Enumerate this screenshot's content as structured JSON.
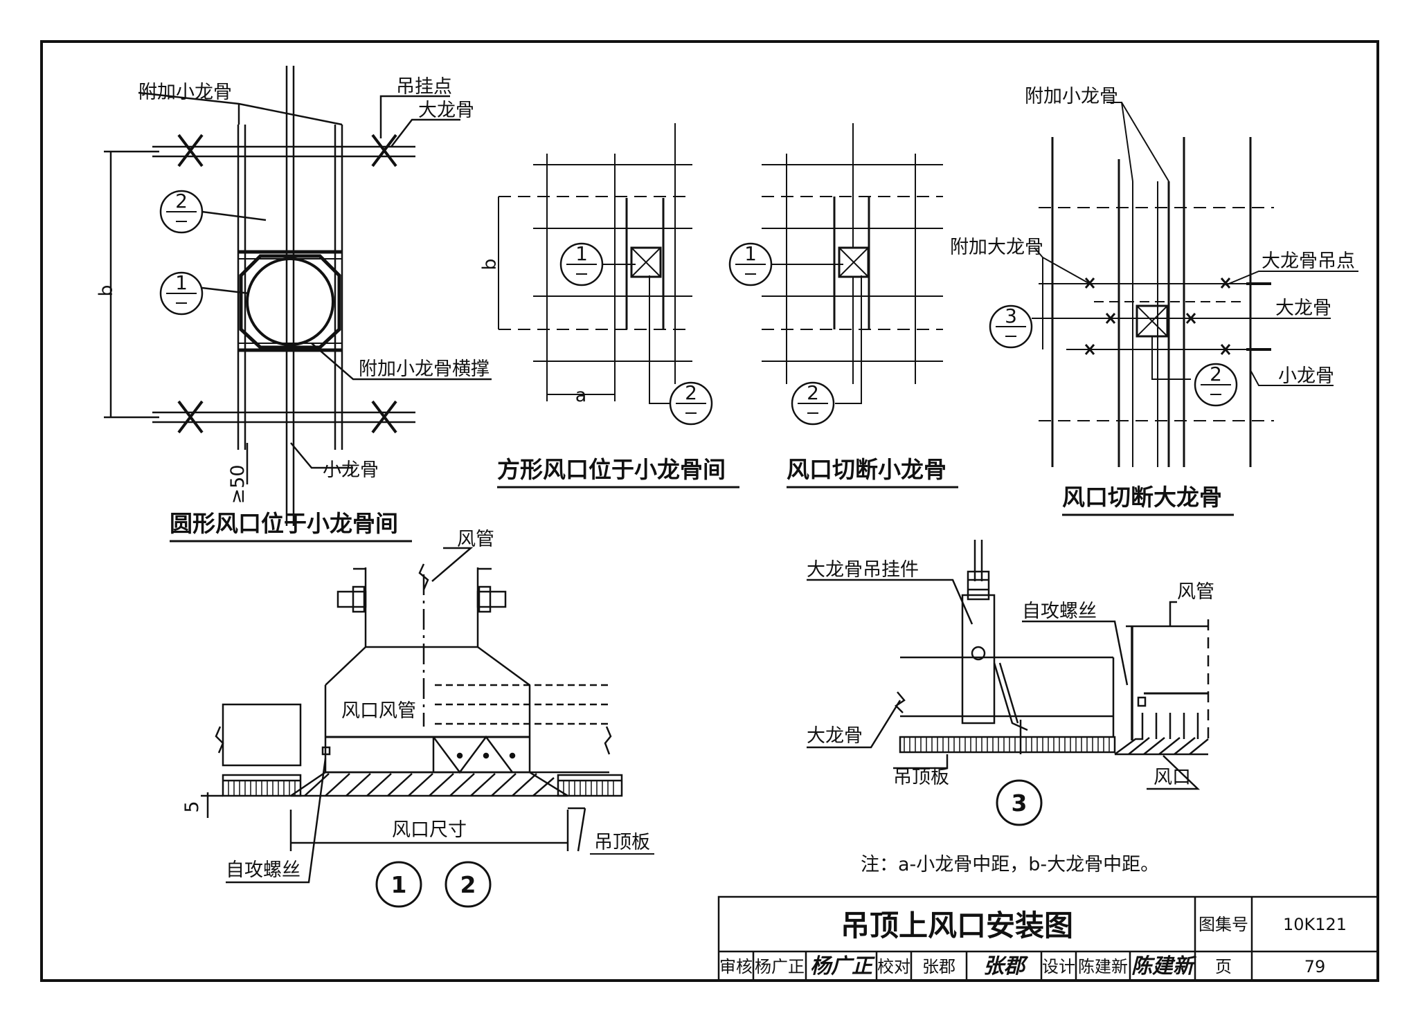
{
  "top": {
    "round": {
      "title": "圆形风口位于小龙骨间",
      "labels": {
        "additional_small_keel": "附加小龙骨",
        "hanging_point": "吊挂点",
        "main_keel": "大龙骨",
        "cross_brace": "附加小龙骨横撑",
        "small_keel": "小龙骨",
        "dim_b": "b",
        "dim_50": "≥50"
      },
      "callouts": [
        "2",
        "1"
      ]
    },
    "square": {
      "title": "方形风口位于小龙骨间",
      "labels": {
        "dim_b": "b",
        "dim_a": "a"
      },
      "callouts": [
        "1",
        "2"
      ]
    },
    "cut_small": {
      "title": "风口切断小龙骨",
      "callouts": [
        "1",
        "2"
      ]
    },
    "cut_main": {
      "title": "风口切断大龙骨",
      "labels": {
        "additional_small_keel": "附加小龙骨",
        "additional_main_keel": "附加大龙骨",
        "main_keel_hanging_point": "大龙骨吊点",
        "main_keel": "大龙骨",
        "small_keel": "小龙骨"
      },
      "callouts": [
        "3",
        "2"
      ]
    }
  },
  "section12": {
    "labels": {
      "duct": "风管",
      "outlet_duct": "风口风管",
      "dim_5": "5",
      "outlet_size": "风口尺寸",
      "ceiling_board": "吊顶板",
      "self_tapping_screw": "自攻螺丝"
    },
    "marks": [
      "1",
      "2"
    ]
  },
  "section3": {
    "labels": {
      "main_keel_hanger": "大龙骨吊挂件",
      "self_tapping_screw": "自攻螺丝",
      "duct": "风管",
      "main_keel": "大龙骨",
      "ceiling_board": "吊顶板",
      "outlet": "风口"
    },
    "mark": "3"
  },
  "note": "注：a-小龙骨中距，b-大龙骨中距。",
  "title_block": {
    "drawing_title": "吊顶上风口安装图",
    "atlas_no_label": "图集号",
    "atlas_no": "10K121",
    "page_label": "页",
    "page_no": "79",
    "review_label": "审核",
    "reviewer": "杨广正",
    "check_label": "校对",
    "checker": "张郡",
    "design_label": "设计",
    "designer": "陈建新"
  }
}
